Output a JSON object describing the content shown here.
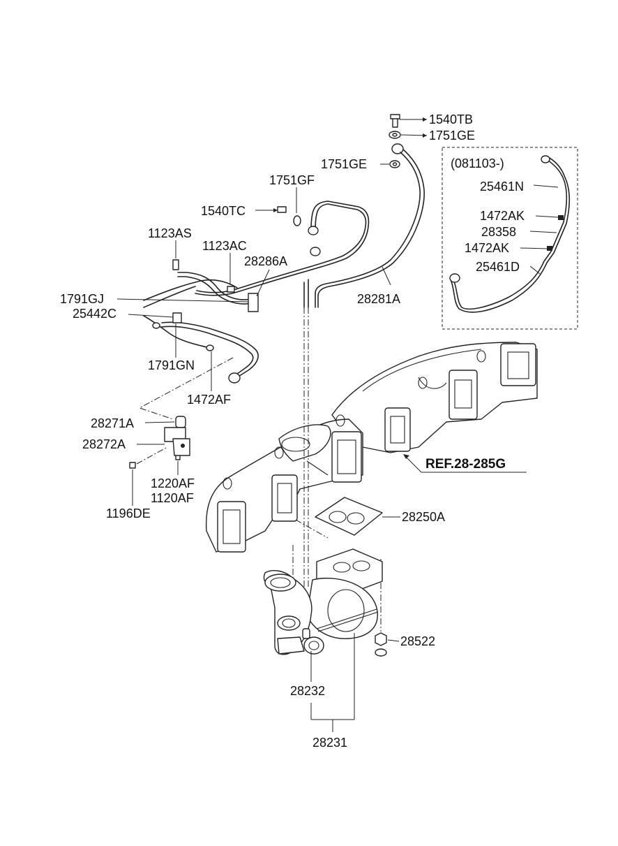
{
  "labels": {
    "p1540TB": "1540TB",
    "p1751GE_top": "1751GE",
    "p1751GE": "1751GE",
    "p1751GF": "1751GF",
    "p1540TC": "1540TC",
    "p1123AS": "1123AS",
    "p1123AC": "1123AC",
    "p28286A": "28286A",
    "p28281A": "28281A",
    "p1791GJ": "1791GJ",
    "p25442C": "25442C",
    "p1791GN": "1791GN",
    "p1472AF": "1472AF",
    "p28271A": "28271A",
    "p28272A": "28272A",
    "p1220AF": "1220AF",
    "p1120AF": "1120AF",
    "p1196DE": "1196DE",
    "p28250A": "28250A",
    "p28522": "28522",
    "p28232": "28232",
    "p28231": "28231",
    "inset_date": "(081103-)",
    "p25461N": "25461N",
    "p1472AK_a": "1472AK",
    "p28358": "28358",
    "p1472AK_b": "1472AK",
    "p25461D": "25461D"
  },
  "reference": "REF.28-285G"
}
